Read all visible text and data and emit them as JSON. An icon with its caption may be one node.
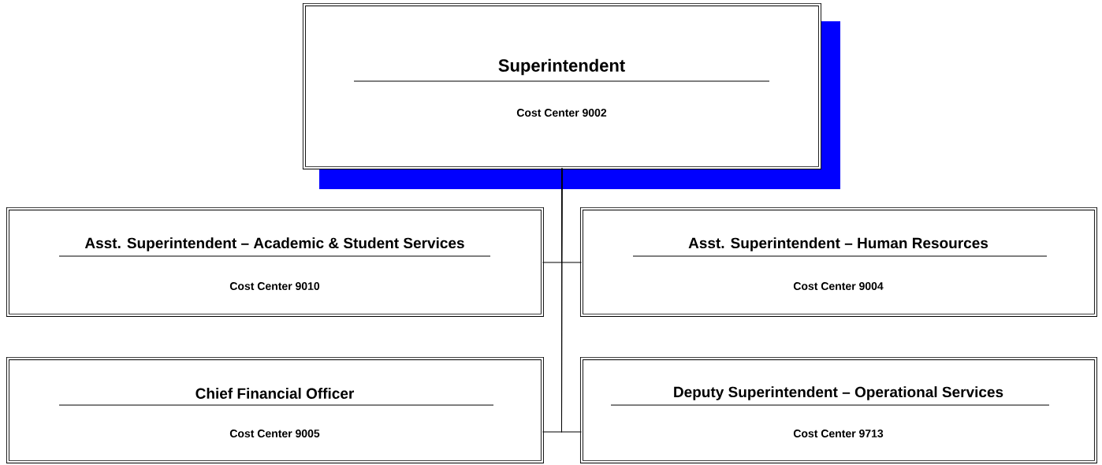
{
  "diagram": {
    "nodes": [
      {
        "text": [
          "Superintendent",
          "Cost Center 9002"
        ]
      },
      {
        "text": [
          "Asst. Superintendent – Academic & Student Services",
          "Cost Center 9010"
        ]
      },
      {
        "text": [
          "Asst. Superintendent – Human Resources",
          "Cost Center 9004"
        ]
      },
      {
        "text": [
          "Chief Financial Officer",
          "Cost Center 9005"
        ]
      },
      {
        "text": [
          "Deputy Superintendent – Operational Services",
          "Cost Center 9713"
        ]
      }
    ],
    "edges": [
      {
        "from": 0,
        "to": 1,
        "arrow": "none"
      },
      {
        "from": 0,
        "to": 2,
        "arrow": "none"
      },
      {
        "from": 0,
        "to": 3,
        "arrow": "none"
      },
      {
        "from": 0,
        "to": 4,
        "arrow": "none"
      }
    ]
  }
}
